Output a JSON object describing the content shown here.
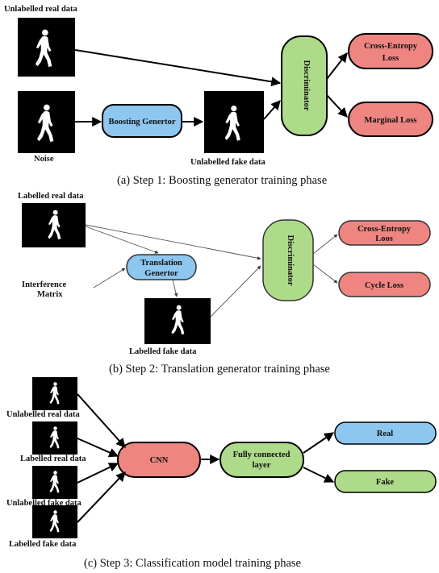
{
  "colors": {
    "red_node": "#ee8581",
    "green_node": "#aedb8a",
    "blue_node": "#8dc6ee",
    "thumbnail": "#000000",
    "edge": "#000000"
  },
  "step1": {
    "unlabelled_real": "Unlabelled real data",
    "noise": "Noise",
    "generator": "Boosting Genertor",
    "unlabelled_fake": "Unlabelled fake data",
    "discriminator": "Discriminator",
    "loss_1": "Cross-Entropy",
    "loss_1b": "Loss",
    "loss_2": "Marginal Loss",
    "caption": "(a) Step 1: Boosting generator training phase"
  },
  "step2": {
    "labelled_real": "Labelled real data",
    "interference_1": "Interference",
    "interference_2": "Matrix",
    "generator_1": "Translation",
    "generator_2": "Genertor",
    "labelled_fake": "Labelled fake data",
    "discriminator": "Discriminator",
    "loss_1": "Cross-Entropy",
    "loss_1b": "Loos",
    "loss_2": "Cycle Loss",
    "caption": "(b) Step 2: Translation generator training phase"
  },
  "step3": {
    "input_1": "Unlabelled real data",
    "input_2": "Labelled real data",
    "input_3": "Unlabelled fake data",
    "input_4": "Labelled fake data",
    "cnn": "CNN",
    "fc_1": "Fully connected",
    "fc_2": "layer",
    "out_real": "Real",
    "out_fake": "Fake",
    "caption": "(c) Step 3: Classification model training phase"
  }
}
